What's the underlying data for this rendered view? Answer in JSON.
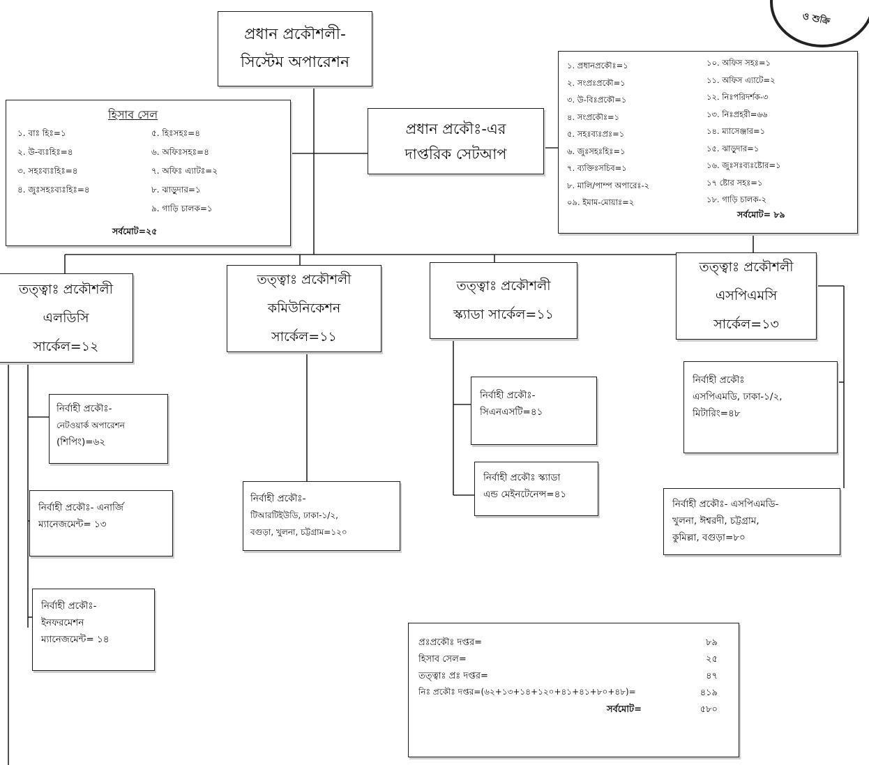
{
  "root": {
    "line1": "প্রধান প্রকৌশলী-",
    "line2": "সিস্টেম অপারেশন"
  },
  "accounts": {
    "title": "হিসাব সেল",
    "left": [
      "১. বাঃ হিঃ=১",
      "২. উ-ব্যঃহিঃ=৪",
      "৩. সহঃব্যঃহিঃ=৪",
      "৪. জুঃসহঃব্যঃহিঃ=৪"
    ],
    "right": [
      "৫. হিঃসহঃ=৪",
      "৬. অফিঃসহঃ=৪",
      "৭. অফিঃ এ্যাটঃ=২",
      "৮. ঝাড়ুদার=১",
      "৯. গাড়ি চালক=১"
    ],
    "total": "সর্বমোট=২৫"
  },
  "chief_office": {
    "line1": "প্রধান প্রকৌঃ-এর",
    "line2": "দাপ্তরিক সেটআপ"
  },
  "office_setup": {
    "left": [
      "১. প্রধানপ্রকৌঃ=১",
      "২. সংপ্রঃপ্রকৌ=১",
      "৩. উ-বিঃপ্রকৌ=১",
      "৪. সংপ্রকৌঃ=১",
      "৫. সহঃব্যঃপ্রঃ=১",
      "৬. জুঃসহঃহিঃ=১",
      "৭. ব্যক্তিঃসচিব=১",
      "৮. মালি/পাম্প অপারেঃ-২",
      "০৯. ইমাম-মোয়াঃ=২"
    ],
    "right": [
      "১০. অফিস সহঃ=১",
      "১১. অফিস এ্যাটে=২",
      "১২. নিঃপরিদর্শক-৩",
      "১৩. নিঃপ্রহরী=৬৬",
      "১৪. ম্যাসেঞ্জার=১",
      "১৫. ঝাড়ুদার=১",
      "১৬. জুঃসঃব্যঃষ্টোর=১",
      "১৭ ষ্টোর সহঃ=১",
      "১৮. গাড়ি চালক-২"
    ],
    "total": "সর্বমোট= ৮৯"
  },
  "circles": [
    {
      "l1": "তত্ত্বাঃ প্রকৌশলী",
      "l2": "এলডিসি",
      "l3": "সার্কেল=১২"
    },
    {
      "l1": "তত্ত্বাঃ প্রকৌশলী",
      "l2": "কমিউনিকেশন",
      "l3": "সার্কেল=১১"
    },
    {
      "l1": "তত্ত্বাঃ প্রকৌশলী",
      "l2": "স্ক্যাডা সার্কেল=১১"
    },
    {
      "l1": "তত্ত্বাঃ প্রকৌশলী",
      "l2": "এসপিএমসি",
      "l3": "সার্কেল=১৩"
    }
  ],
  "divisions": {
    "ldc1": [
      "নির্বাহী প্রকৌঃ-",
      "নেটওয়ার্ক অপারেশন",
      "(শিপিং)=৬২"
    ],
    "ldc2": [
      "নির্বাহী প্রকৌঃ- এনার্জি",
      "ম্যানেজমেন্ট= ১৩"
    ],
    "ldc3": [
      "নির্বাহী প্রকৌঃ-",
      "ইনফরমেশন",
      "ম্যানেজমেন্ট= ১৪"
    ],
    "comm1": [
      "নির্বাহী প্রকৌঃ-",
      "টিআরটিইউডি, ঢাকা-১/২,",
      "বগুড়া, খুলনা, চট্টগ্রাম=১২০"
    ],
    "scada1": [
      "নির্বাহী প্রকৌঃ-",
      "সিএনএসটি=৪১"
    ],
    "scada2": [
      "নির্বাহী প্রকৌঃ স্ক্যাডা",
      "এন্ড মেইনটেনেন্স=৪১"
    ],
    "spmc1": [
      "নির্বাহী প্রকৌঃ",
      "এসপিএমডি, ঢাকা-১/২,",
      "মিটারিং=৪৮"
    ],
    "spmc2": [
      "নির্বাহী প্রকৌঃ- এসপিএমডি-",
      "খুলনা, ঈশ্বরদী, চট্টগ্রাম,",
      "কুমিল্লা, বগুড়া=৮০"
    ]
  },
  "summary": {
    "rows": [
      {
        "label": "প্রঃপ্রকৌঃ দপ্তর=",
        "value": "৮৯"
      },
      {
        "label": "হিসাব সেল=",
        "value": "২৫"
      },
      {
        "label": "তত্ত্বাঃ প্রঃ দপ্তর=",
        "value": "৪৭"
      },
      {
        "label": "নিঃ প্রকৌঃ দপ্তর=(৬২+১৩+১৪+১২০+৪১+৪১+৮০+৪৮)=",
        "value": "৪১৯"
      }
    ],
    "total_label": "সর্বমোট=",
    "total_value": "৫৮০"
  },
  "stamp_text": "ও শুক্রি"
}
